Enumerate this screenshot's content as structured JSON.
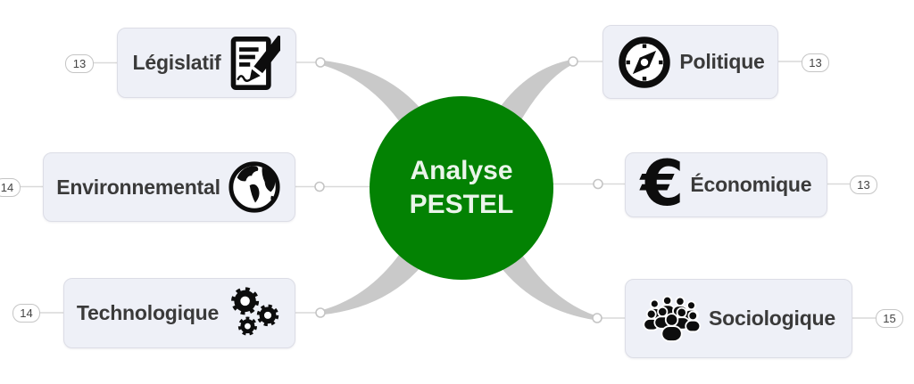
{
  "diagram": {
    "type": "mind-map",
    "center": {
      "title": "Analyse\nPESTEL"
    }
  },
  "nodes": [
    {
      "id": "legislatif",
      "label": "Législatif",
      "count": "13",
      "icon": "contract-signature-icon",
      "side": "left"
    },
    {
      "id": "environnemental",
      "label": "Environnemental",
      "count": "14",
      "icon": "globe-icon",
      "side": "left"
    },
    {
      "id": "technologique",
      "label": "Technologique",
      "count": "14",
      "icon": "gears-icon",
      "side": "left"
    },
    {
      "id": "politique",
      "label": "Politique",
      "count": "13",
      "icon": "compass-icon",
      "side": "right"
    },
    {
      "id": "economique",
      "label": "Économique",
      "count": "13",
      "icon": "euro-icon",
      "icon_glyph": "€",
      "side": "right"
    },
    {
      "id": "sociologique",
      "label": "Sociologique",
      "count": "15",
      "icon": "crowd-icon",
      "side": "right"
    }
  ],
  "colors": {
    "green": "#038203",
    "center-text": "#eaf5ea",
    "node-bg": "#eef0f7",
    "node-border": "#dcdde6",
    "node-text": "#3a3a3a",
    "line": "#d9d9d9",
    "branch": "#c9c9c9",
    "badge-border": "#c5c5c5",
    "badge-text": "#444444",
    "canvas": "#ffffff",
    "icon": "#0d0d0d"
  }
}
